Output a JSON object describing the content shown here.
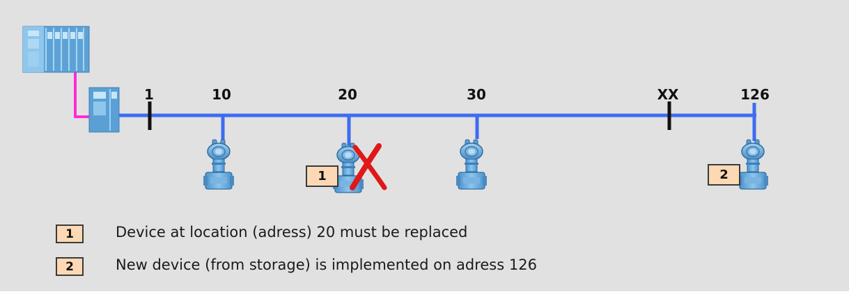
{
  "diagram": {
    "addresses": [
      "1",
      "10",
      "20",
      "30",
      "XX",
      "126"
    ],
    "devices": [
      {
        "address": "10",
        "state": "normal"
      },
      {
        "address": "20",
        "state": "failed",
        "marker": "1"
      },
      {
        "address": "126",
        "state": "new",
        "marker": "2"
      }
    ],
    "colors": {
      "bus": "#3d6cf0",
      "controller_link": "#ff2bd6",
      "device": "#5aa3d6",
      "failure_mark": "#e01818",
      "badge_fill": "#fcd9b4"
    }
  },
  "legend": [
    {
      "marker": "1",
      "text": "Device at location (adress) 20 must be replaced"
    },
    {
      "marker": "2",
      "text": "New device (from storage) is implemented on adress 126"
    }
  ]
}
